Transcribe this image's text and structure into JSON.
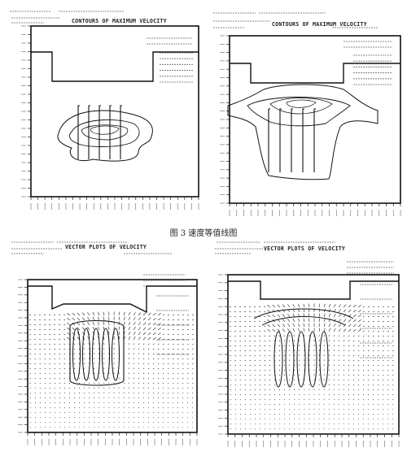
{
  "figure": {
    "caption": "图 3   速度等值线图"
  },
  "panels": [
    {
      "id": "tl",
      "type": "contour",
      "title": "CONTOURS OF MAXIMUM VELOCITY"
    },
    {
      "id": "tr",
      "type": "contour",
      "title": "CONTOURS OF MAXIMUM VELOCITY"
    },
    {
      "id": "bl",
      "type": "vector",
      "title": "VECTOR PLOTS OF VELOCITY"
    },
    {
      "id": "br",
      "type": "vector",
      "title": "VECTOR PLOTS OF VELOCITY"
    }
  ]
}
